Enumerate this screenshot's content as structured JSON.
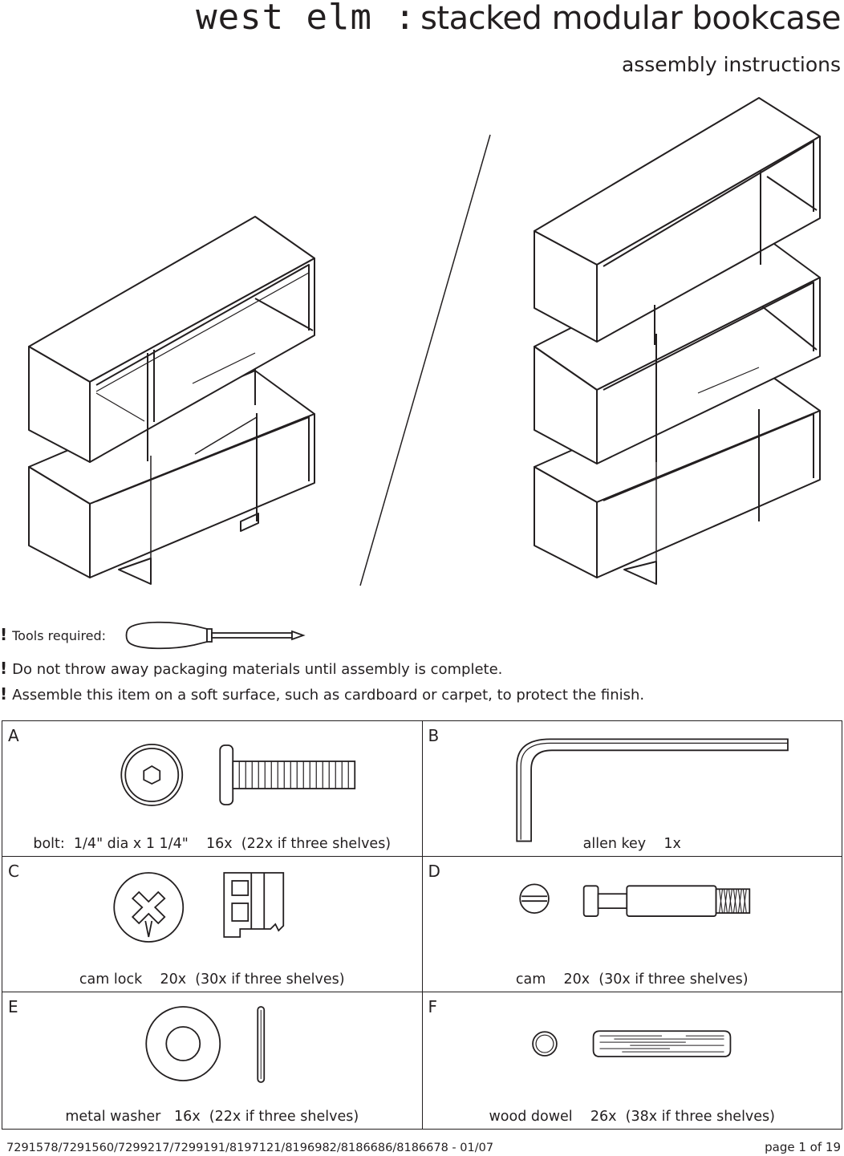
{
  "header": {
    "brand": "west elm :",
    "title": "stacked modular bookcase",
    "subtitle": "assembly instructions"
  },
  "notes": {
    "tools_label": "Tools required:",
    "tool_icon": "screwdriver-icon",
    "packaging": "Do not throw away packaging materials until assembly is complete.",
    "surface": "Assemble this item on a soft surface, such as cardboard or carpet, to protect the finish.",
    "bang": "!"
  },
  "parts": [
    {
      "letter": "A",
      "caption": "bolt:  1/4\" dia x 1 1/4\"    16x  (22x if three shelves)",
      "icon": "bolt-icon"
    },
    {
      "letter": "B",
      "caption": "allen key    1x",
      "icon": "allen-key-icon"
    },
    {
      "letter": "C",
      "caption": "cam lock    20x  (30x if three shelves)",
      "icon": "cam-lock-icon"
    },
    {
      "letter": "D",
      "caption": "cam    20x  (30x if three shelves)",
      "icon": "cam-icon"
    },
    {
      "letter": "E",
      "caption": "metal washer   16x  (22x if three shelves)",
      "icon": "washer-icon"
    },
    {
      "letter": "F",
      "caption": "wood dowel    26x  (38x if three shelves)",
      "icon": "dowel-icon"
    }
  ],
  "footer": {
    "sku": "7291578/7291560/7299217/7299191/8197121/8196982/8186686/8186678 - 01/07",
    "page": "page 1 of 19"
  }
}
